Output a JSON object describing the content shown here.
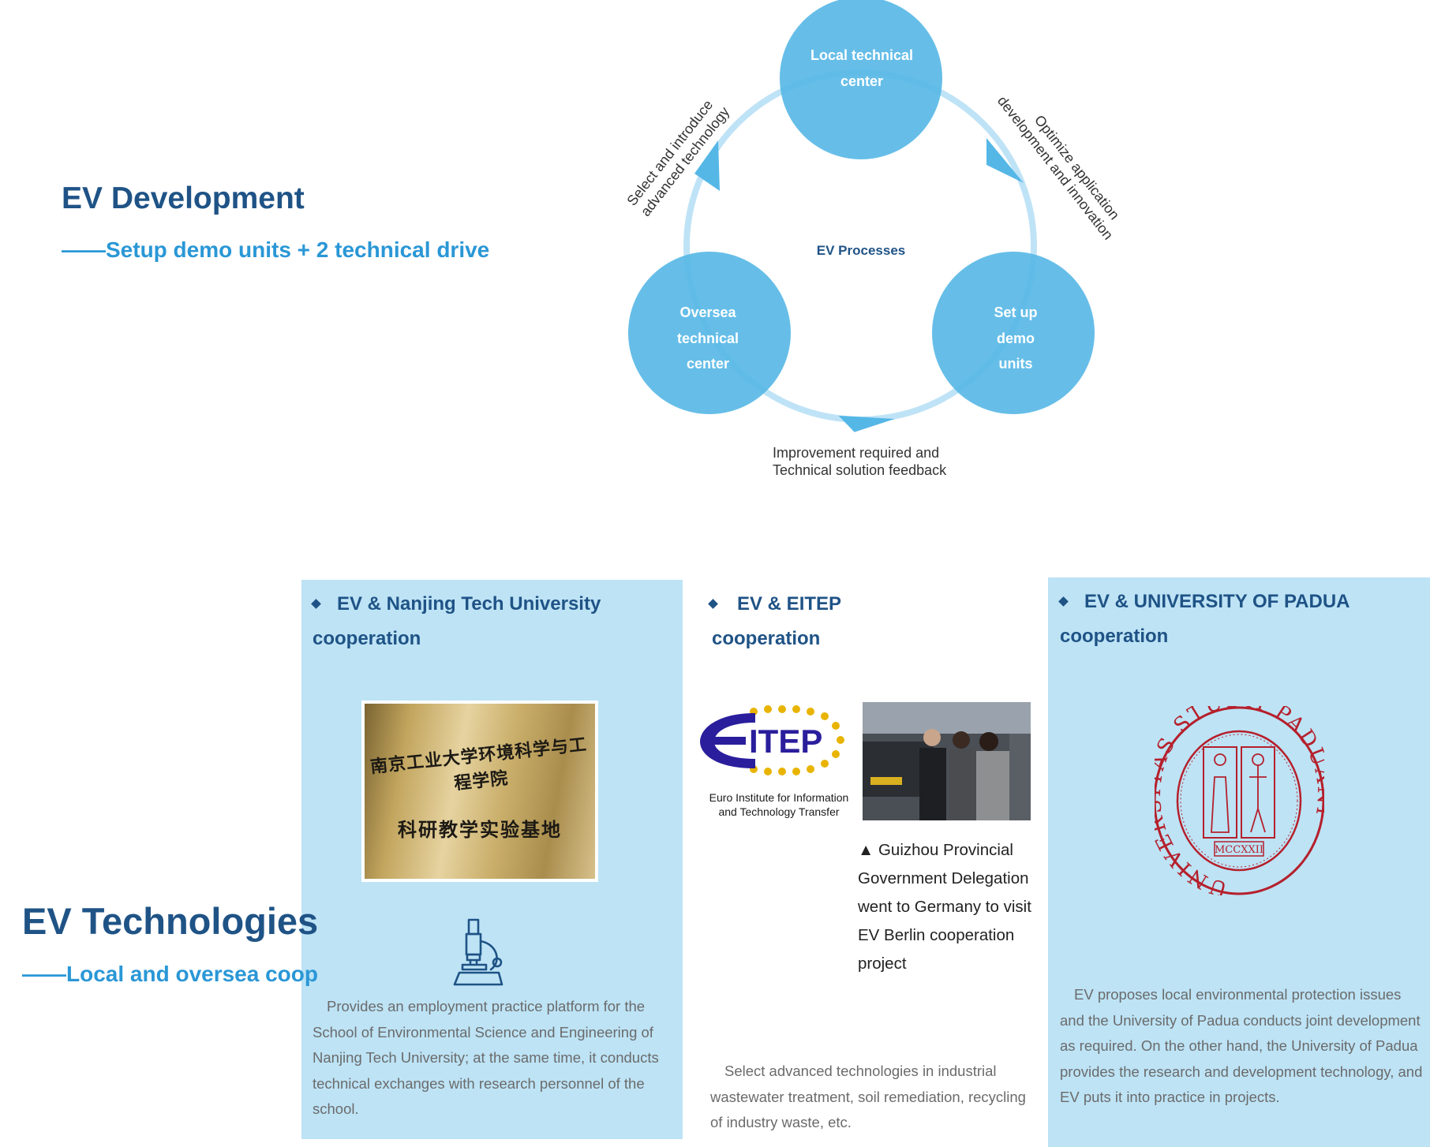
{
  "development": {
    "title": "EV Development",
    "subtitle": "——Setup demo units + 2 technical drive"
  },
  "diagram": {
    "center_label": "EV Processes",
    "nodes": {
      "top": [
        "Local technical",
        "center"
      ],
      "left": [
        "Oversea",
        "technical",
        "center"
      ],
      "right": [
        "Set up",
        "demo",
        "units"
      ]
    },
    "edges": {
      "left": [
        "Select and introduce",
        "advanced technology"
      ],
      "right": [
        "Optimize application",
        "development  and innovation"
      ],
      "bottom": [
        "Improvement required and",
        "Technical solution feedback"
      ]
    },
    "colors": {
      "node": "#55b7e6",
      "ring": "#bfe3f6",
      "arrow": "#55b7e6"
    }
  },
  "technologies": {
    "title": "EV Technologies",
    "subtitle": "——Local and oversea coop"
  },
  "panels": [
    {
      "heading_line1": "EV & Nanjing Tech University",
      "heading_line2": "cooperation",
      "plaque_line1": "南京工业大学环境科学与工程学院",
      "plaque_line2": "科研教学实验基地",
      "icon": "microscope-icon",
      "body": "Provides an employment practice platform for the School of Environmental Science and Engineering of Nanjing Tech University; at the same time, it conducts technical exchanges with research personnel of the school."
    },
    {
      "heading_line1": "EV & EITEP",
      "heading_line2": "cooperation",
      "logo_text": "ITEP",
      "logo_caption_1": "Euro Institute for Information",
      "logo_caption_2": "and Technology Transfer",
      "caption": "▲    Guizhou Provincial Government Delegation went to Germany to visit EV Berlin cooperation project",
      "body": "Select advanced technologies in industrial wastewater treatment, soil remediation, recycling of industry waste, etc."
    },
    {
      "heading_line1": "EV & UNIVERSITY OF PADUA",
      "heading_line2": "cooperation",
      "seal_text": "UNIVERSITAS STUDII PADUANI",
      "seal_year": "MCCXXII",
      "body": "EV proposes local environmental protection issues and the University of Padua conducts joint development  as required. On the other hand, the University of Padua provides the research and development  technology, and EV puts it into practice in projects."
    }
  ],
  "colors": {
    "heading_dark": "#1f5386",
    "heading_light": "#2a97d6",
    "panel_bg": "#bde3f5",
    "seal_red": "#b5202c"
  }
}
